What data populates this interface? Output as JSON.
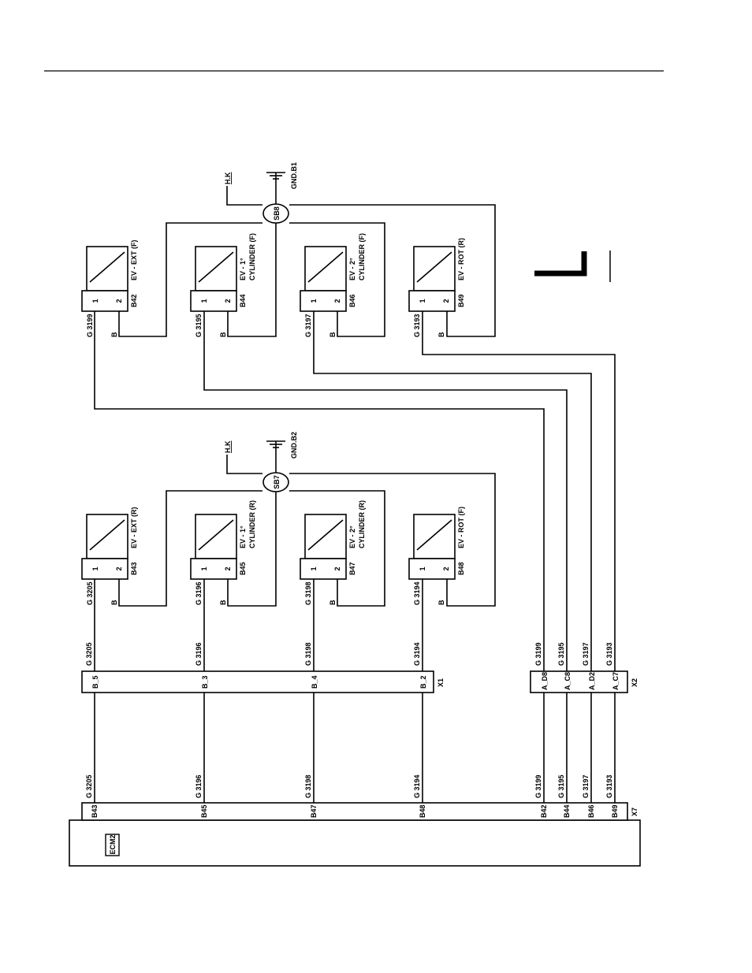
{
  "colors": {
    "ink": "#000000",
    "paper": "#ffffff"
  },
  "ecu": {
    "label": "ECM2",
    "connector": "X7",
    "pins": [
      "B43",
      "B45",
      "B47",
      "B48",
      "B42",
      "B44",
      "B46",
      "B49"
    ]
  },
  "connector_x1": {
    "id": "X1",
    "pins": [
      "B_5",
      "B_3",
      "B_4",
      "B_2"
    ]
  },
  "connector_x2": {
    "id": "X2",
    "pins": [
      "A_D8",
      "A_C8",
      "A_D2",
      "A_C7"
    ]
  },
  "wires": {
    "left": [
      "G 3205",
      "G 3196",
      "G 3198",
      "G 3194"
    ],
    "right": [
      "G 3199",
      "G 3195",
      "G 3197",
      "G 3193"
    ]
  },
  "valves_top": [
    {
      "connector": "B42",
      "label1": "EV - EXT (F)",
      "label2": "",
      "wire": "G 3199"
    },
    {
      "connector": "B44",
      "label1": "EV - 1°",
      "label2": "CYLINDER (F)",
      "wire": "G 3195"
    },
    {
      "connector": "B46",
      "label1": "EV - 2°",
      "label2": "CYLINDER (F)",
      "wire": "G 3197"
    },
    {
      "connector": "B49",
      "label1": "EV - ROT (R)",
      "label2": "",
      "wire": "G 3193"
    }
  ],
  "valves_bottom": [
    {
      "connector": "B43",
      "label1": "EV - EXT (R)",
      "label2": "",
      "wire": "G 3205"
    },
    {
      "connector": "B45",
      "label1": "EV - 1°",
      "label2": "CYLINDER (R)",
      "wire": "G 3196"
    },
    {
      "connector": "B47",
      "label1": "EV - 2°",
      "label2": "CYLINDER (R)",
      "wire": "G 3198"
    },
    {
      "connector": "B48",
      "label1": "EV - ROT (F)",
      "label2": "",
      "wire": "G 3194"
    }
  ],
  "pin_labels": {
    "one": "1",
    "two": "2",
    "b": "B"
  },
  "splice_top": {
    "id": "SB8",
    "supply": "H.K",
    "ground": "GND.B1"
  },
  "splice_bottom": {
    "id": "SB7",
    "supply": "H.K",
    "ground": "GND.B2"
  }
}
